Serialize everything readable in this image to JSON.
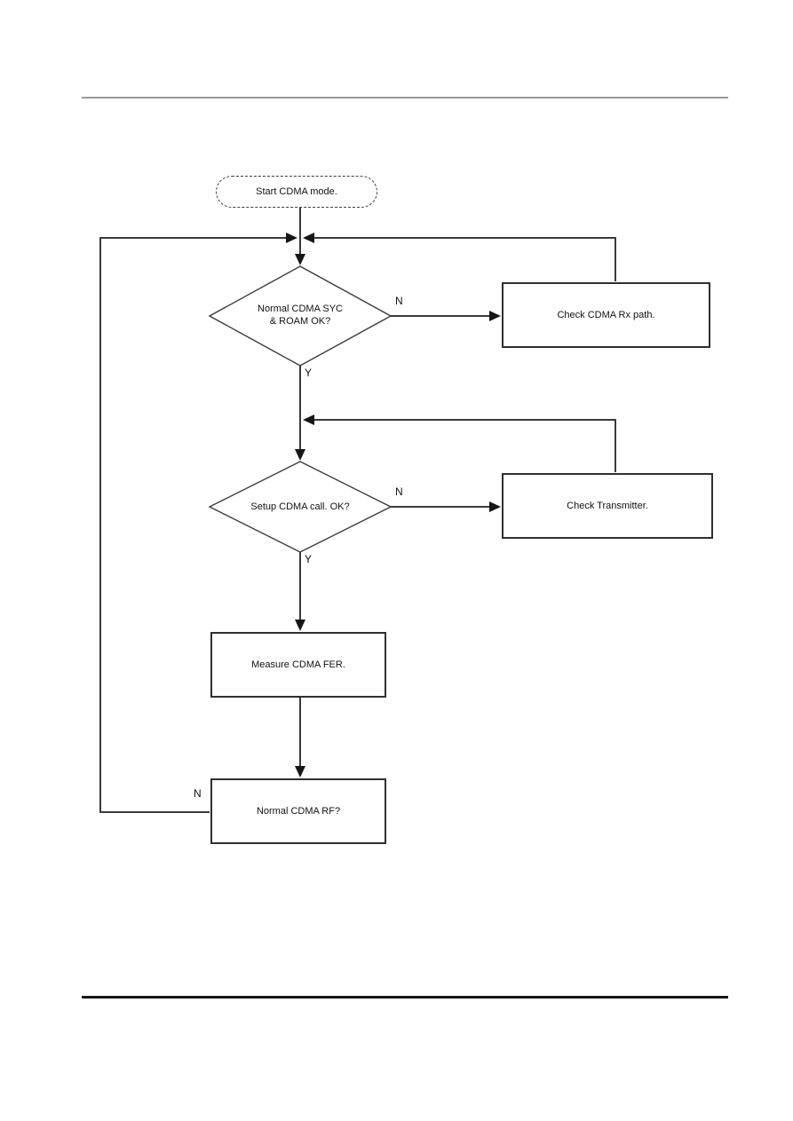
{
  "colors": {
    "line": "#3a3a3a",
    "box_border": "#2f2f2f",
    "top_rule": "#9a9a9a",
    "bottom_rule": "#161616",
    "text": "#111111",
    "background": "#ffffff"
  },
  "flowchart": {
    "start": {
      "label": "Start CDMA mode."
    },
    "decision_sync": {
      "lines": [
        "Normal CDMA SYC",
        "& ROAM OK?"
      ],
      "no": "N",
      "yes": "Y"
    },
    "check_rx": {
      "label": "Check CDMA Rx path."
    },
    "decision_call": {
      "label": "Setup CDMA call. OK?",
      "no": "N",
      "yes": "Y"
    },
    "check_tx": {
      "label": "Check Transmitter."
    },
    "measure_fer": {
      "label": "Measure CDMA FER."
    },
    "decision_rf": {
      "label": "Normal CDMA RF?",
      "no": "N"
    }
  }
}
